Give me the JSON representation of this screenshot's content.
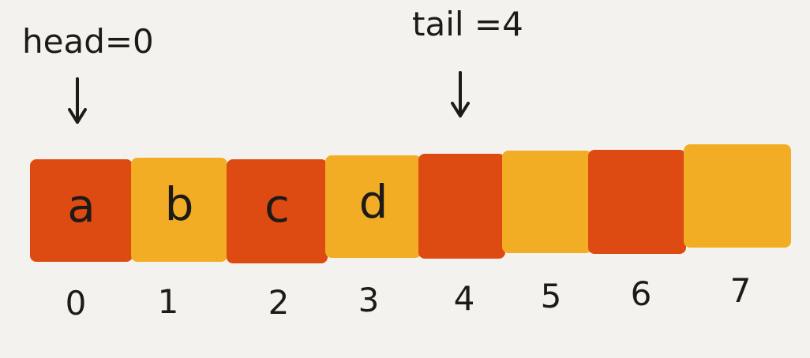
{
  "pointers": {
    "head_label": "head=0",
    "tail_label": "tail =4"
  },
  "cells": [
    {
      "value": "a",
      "index": "0",
      "color": "#dd4a12"
    },
    {
      "value": "b",
      "index": "1",
      "color": "#f3ad25"
    },
    {
      "value": "c",
      "index": "2",
      "color": "#dd4a12"
    },
    {
      "value": "d",
      "index": "3",
      "color": "#f3ad25"
    },
    {
      "value": "",
      "index": "4",
      "color": "#dd4a12"
    },
    {
      "value": "",
      "index": "5",
      "color": "#f3ad25"
    },
    {
      "value": "",
      "index": "6",
      "color": "#dd4a12"
    },
    {
      "value": "",
      "index": "7",
      "color": "#f3ad25"
    }
  ]
}
